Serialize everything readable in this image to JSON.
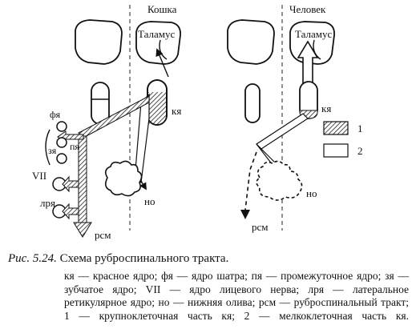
{
  "figure": {
    "panels": [
      {
        "title": "Кошка"
      },
      {
        "title": "Человек"
      }
    ],
    "labels": {
      "thalamus": "Таламус",
      "red_nucleus": "кя",
      "fastigial": "фя",
      "interposed": "пя",
      "dentate": "зя",
      "facial": "VII",
      "lateral_reticular": "лря",
      "inferior_olive": "но",
      "rubrospinal": "рсм"
    },
    "legend": [
      {
        "key": "1",
        "fill": "hatched"
      },
      {
        "key": "2",
        "fill": "open"
      }
    ]
  },
  "caption": {
    "number": "Рис. 5.24.",
    "title": "Схема руброспинального тракта.",
    "legend_text": "кя — красное ядро; фя — ядро шатра; пя — промежуточное ядро; зя — зубчатое ядро; VII — ядро лицевого нерва; лря — латеральное ретикулярное ядро; но — нижняя олива; рсм — руброспинальный тракт; 1 — крупноклеточная часть кя; 2 — мелкоклеточная часть кя."
  }
}
